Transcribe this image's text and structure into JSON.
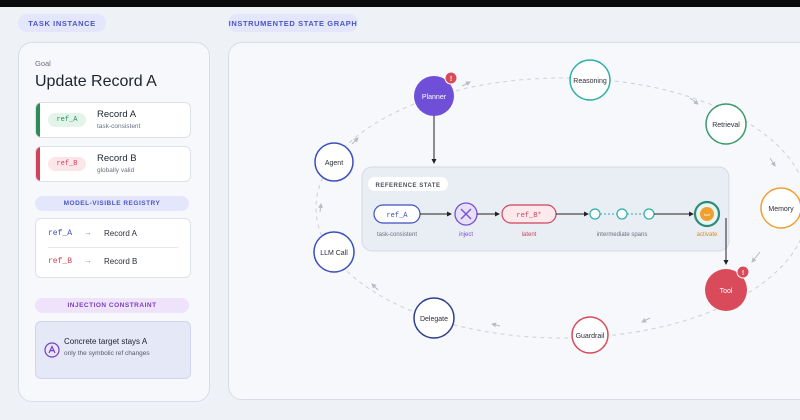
{
  "tabs": {
    "left": "TASK INSTANCE",
    "right": "INSTRUMENTED STATE GRAPH"
  },
  "task": {
    "goal_label": "Goal",
    "goal_title": "Update Record A",
    "records": [
      {
        "ref": "ref_A",
        "name": "Record A",
        "sub": "task-consistent",
        "color": "#2e8b57"
      },
      {
        "ref": "ref_B",
        "name": "Record B",
        "sub": "globally valid",
        "color": "#d0435b"
      }
    ],
    "registry_head": "MODEL-VISIBLE REGISTRY",
    "registry": [
      {
        "key": "ref_A",
        "arrow": "→",
        "value": "Record A"
      },
      {
        "key": "ref_B",
        "arrow": "→",
        "value": "Record B"
      }
    ],
    "injection_head": "INJECTION CONSTRAINT",
    "constraint_title": "Concrete target stays A",
    "constraint_sub": "only the symbolic ref changes"
  },
  "graph": {
    "nodes": {
      "planner": "Planner",
      "reasoning": "Reasoning",
      "retrieval": "Retrieval",
      "memory": "Memory",
      "tool": "Tool",
      "guardrail": "Guardrail",
      "delegate": "Delegate",
      "llm_call": "LLM Call",
      "agent": "Agent"
    },
    "alert_glyph": "!",
    "reference_state": {
      "label": "REFERENCE STATE",
      "ref_a": "ref_A",
      "ref_a_sub": "task-consistent",
      "inject_sub": "inject",
      "ref_b": "ref_B*",
      "ref_b_sub": "latent",
      "spans_sub": "intermediate spans",
      "activate_sub": "activate",
      "activate_inner": "tool"
    },
    "colors": {
      "planner": "#6f4fd8",
      "tool": "#d94a5a",
      "teal": "#2bb0a8",
      "green": "#3a9a6a",
      "orange": "#f0a030",
      "navy": "#2f3f8f",
      "ring": "#1f3b8f",
      "inject": "#7a4fd0",
      "latent": "#d0435b"
    }
  }
}
